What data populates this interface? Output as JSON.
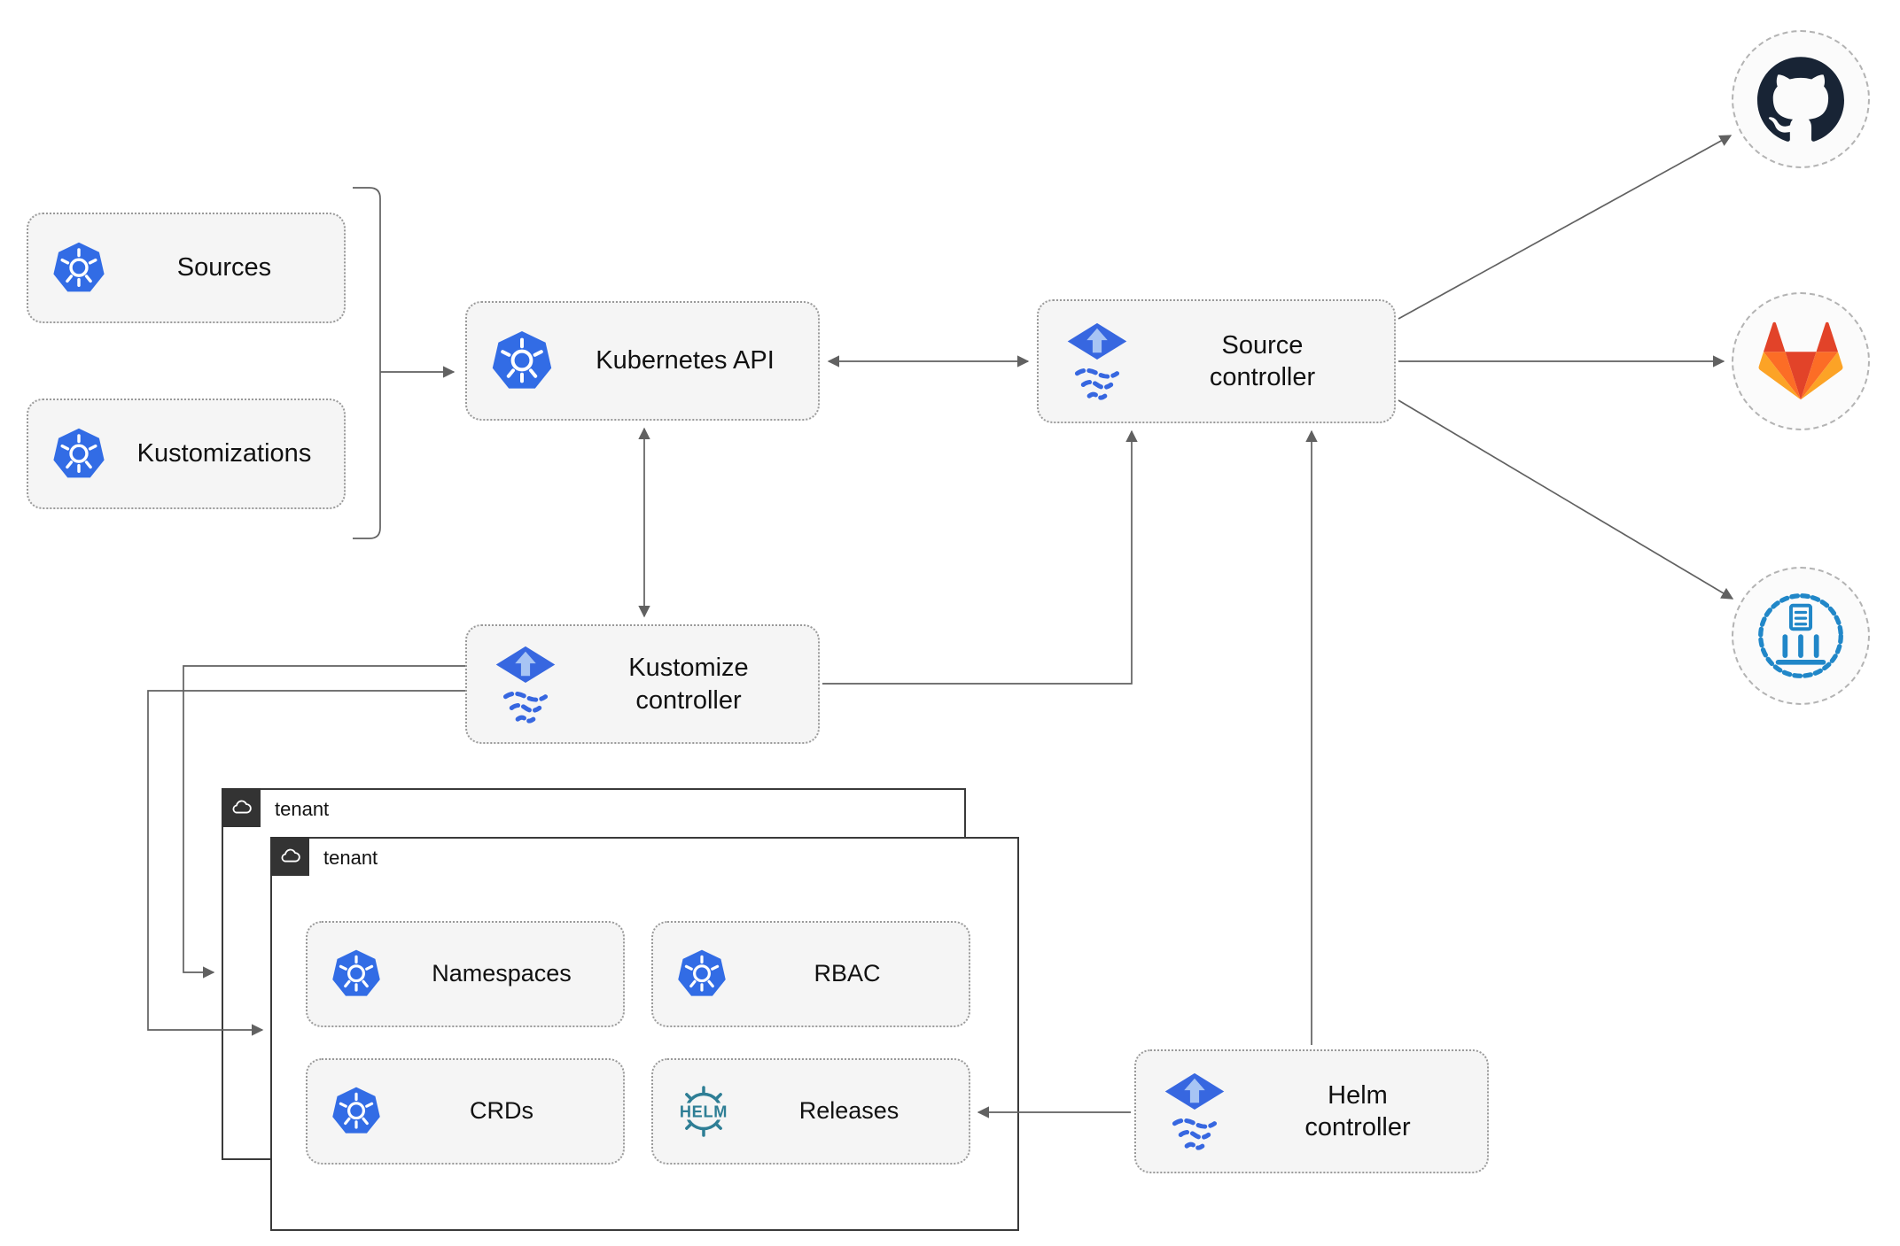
{
  "diagram": {
    "nodes": {
      "sources": "Sources",
      "kustomizations": "Kustomizations",
      "kubernetes_api": "Kubernetes API",
      "source_controller": "Source controller",
      "kustomize_controller": "Kustomize controller",
      "helm_controller": "Helm controller",
      "namespaces": "Namespaces",
      "rbac": "RBAC",
      "crds": "CRDs",
      "releases": "Releases",
      "tenant_back": "tenant",
      "tenant_front": "tenant"
    },
    "icons": {
      "kubernetes": "kubernetes-logo",
      "flux": "flux-logo",
      "github": "github-logo",
      "gitlab": "gitlab-logo",
      "chartmuseum": "chartmuseum-logo",
      "helm": "helm-logo",
      "cloud": "cloud-icon",
      "helm_wordmark": "HELM"
    },
    "colors": {
      "kubernetes_blue": "#326ce5",
      "flux_blue": "#3767e0",
      "flux_arrow_light": "#a7c4f4",
      "helm_teal": "#2e7e95",
      "gitlab_red": "#e24329",
      "gitlab_orange": "#fc6d26",
      "gitlab_yellow": "#fca326",
      "github_dark": "#182435",
      "chartmuseum_blue": "#2187c8",
      "box_fill": "#f5f5f5",
      "border_gray": "#9a9a9a",
      "arrow_gray": "#616161",
      "tenant_border": "#3a3a3a"
    }
  }
}
